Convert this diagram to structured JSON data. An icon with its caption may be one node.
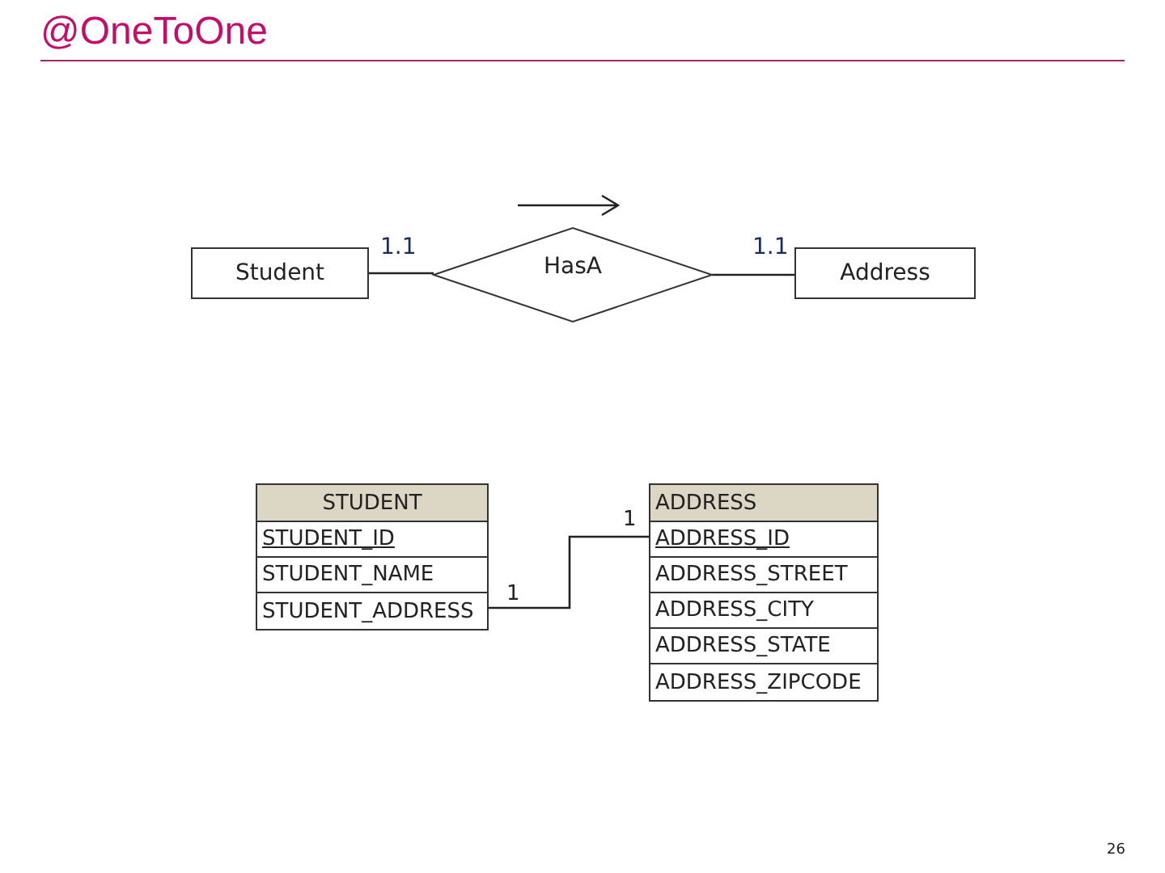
{
  "diagram": {
    "title": "@OneToOne",
    "nodes": [
      {
        "text": [
          "Student"
        ]
      },
      {
        "text": [
          "HasA"
        ]
      },
      {
        "text": [
          "Address"
        ]
      },
      {
        "text": [
          "STUDENT"
        ]
      },
      {
        "text": [
          "STUDENT_ID"
        ],
        "in": 3
      },
      {
        "text": [
          "STUDENT_NAME"
        ],
        "in": 3
      },
      {
        "text": [
          "STUDENT_ADDRESS"
        ],
        "in": 3
      },
      {
        "text": [
          "ADDRESS"
        ]
      },
      {
        "text": [
          "ADDRESS_ID"
        ],
        "in": 7
      },
      {
        "text": [
          "ADDRESS_STREET"
        ],
        "in": 7
      },
      {
        "text": [
          "ADDRESS_CITY"
        ],
        "in": 7
      },
      {
        "text": [
          "ADDRESS_STATE"
        ],
        "in": 7
      },
      {
        "text": [
          "ADDRESS_ZIPCODE"
        ],
        "in": 7
      }
    ],
    "edges": [
      {
        "from": 0,
        "to": 1,
        "arrow": "none"
      },
      {
        "from": 1,
        "to": 2,
        "arrow": "none"
      },
      {
        "from": 6,
        "to": 8,
        "arrow": "none"
      }
    ],
    "labels": [
      "1.1",
      "1.1",
      "1",
      "1",
      "26"
    ]
  }
}
